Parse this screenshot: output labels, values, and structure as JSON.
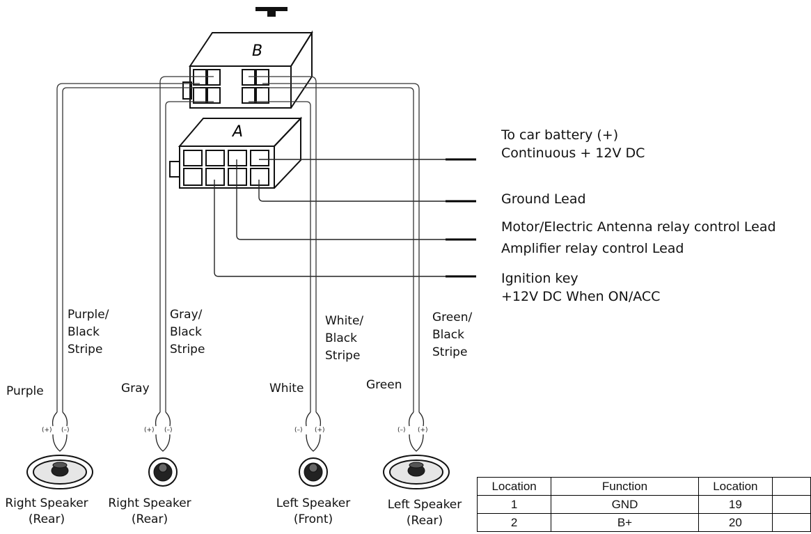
{
  "connector_b": {
    "label": "B"
  },
  "connector_a": {
    "label": "A"
  },
  "leads": {
    "battery": {
      "line1": "To car battery (+)",
      "line2": "Continuous + 12V DC"
    },
    "ground": "Ground Lead",
    "motor_antenna": "Motor/Electric Antenna relay control Lead",
    "amplifier": "Amplifier  relay control Lead",
    "ignition": {
      "line1": "Ignition key",
      "line2": "+12V DC When ON/ACC"
    }
  },
  "wire_labels": {
    "purple_black": [
      "Purple/",
      "Black",
      "Stripe"
    ],
    "gray_black": [
      "Gray/",
      "Black",
      "Stripe"
    ],
    "white_black": [
      "White/",
      "Black",
      "Stripe"
    ],
    "green_black": [
      "Green/",
      "Black",
      "Stripe"
    ],
    "purple": "Purple",
    "gray": "Gray",
    "white": "White",
    "green": "Green"
  },
  "polarity": {
    "plus": "(+)",
    "minus": "(–)"
  },
  "speakers": [
    {
      "line1": "Right Speaker",
      "line2": "(Rear)"
    },
    {
      "line1": "Right Speaker",
      "line2": "(Rear)"
    },
    {
      "line1": "Left Speaker",
      "line2": "(Front)"
    },
    {
      "line1": "Left Speaker",
      "line2": "(Rear)"
    }
  ],
  "table": {
    "headers": [
      "Location",
      "Function",
      "Location"
    ],
    "rows": [
      [
        "1",
        "GND",
        "19"
      ],
      [
        "2",
        "B+",
        "20"
      ]
    ]
  }
}
